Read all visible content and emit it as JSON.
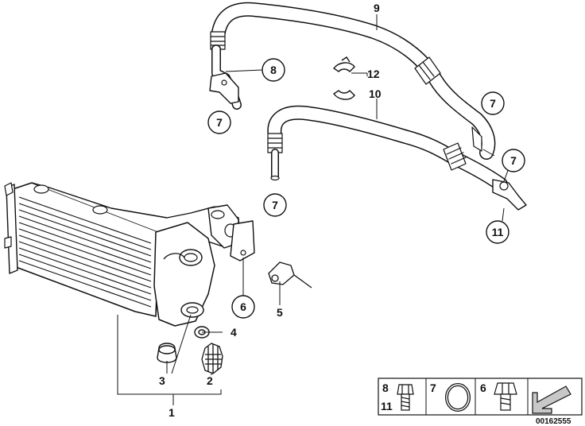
{
  "diagram": {
    "callouts": {
      "c1": "1",
      "c2": "2",
      "c3": "3",
      "c4": "4",
      "c5": "5",
      "c6": "6",
      "c7a": "7",
      "c7b": "7",
      "c7c": "7",
      "c7d": "7",
      "c8": "8",
      "c9": "9",
      "c10": "10",
      "c11": "11",
      "c12": "12"
    },
    "legend": {
      "cell1_top": "8",
      "cell1_bottom": "11",
      "cell2": "7",
      "cell3": "6"
    },
    "reference_number": "00162555"
  },
  "colors": {
    "line": "#111111",
    "fill": "#ffffff",
    "shade": "#c8c8c8"
  }
}
